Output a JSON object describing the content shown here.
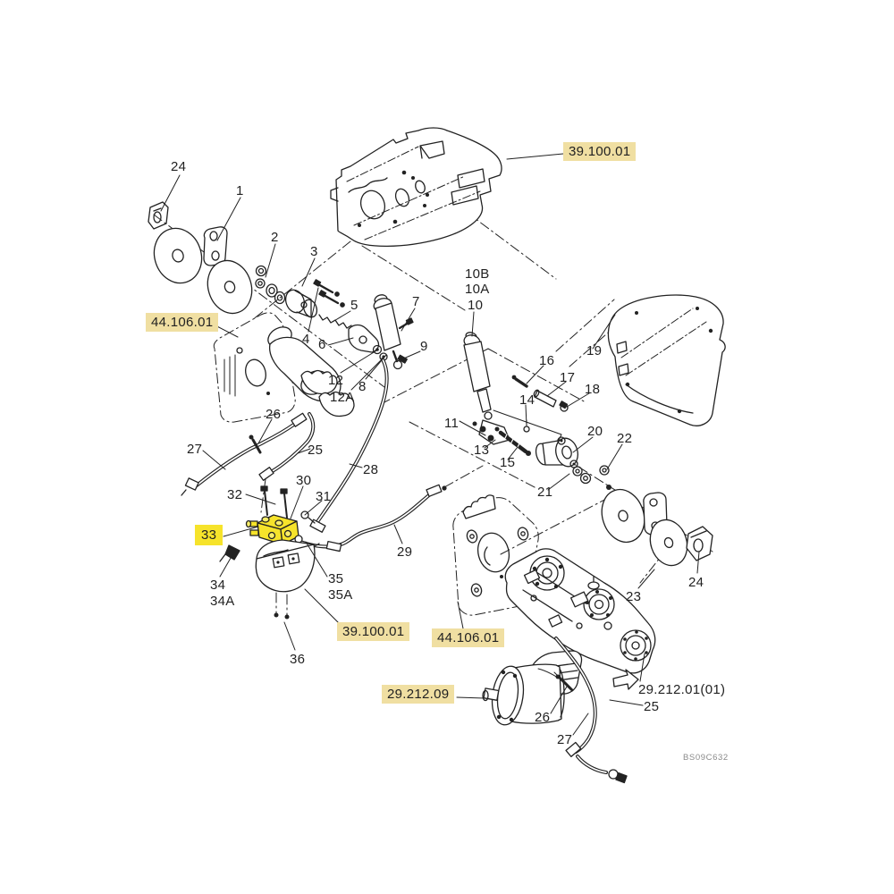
{
  "diagram": {
    "type": "exploded-parts-diagram",
    "drawing_code": "BS09C632",
    "colors": {
      "line": "#222222",
      "reference_highlight": "#f0dfa2",
      "selected_highlight": "#f6e32b",
      "selected_part_fill": "#f6e32b"
    },
    "selected_part": "33",
    "reference_sections": [
      "39.100.01",
      "44.106.01",
      "29.212.09"
    ],
    "labels": {
      "l24tl": "24",
      "l1": "1",
      "l2": "2",
      "l3": "3",
      "ref_44_top": "44.106.01",
      "l5": "5",
      "l6": "6",
      "l4": "4",
      "l7": "7",
      "l9": "9",
      "l8": "8",
      "l12": "12",
      "l12a": "12A",
      "ref_39_top": "39.100.01",
      "l10b": "10B",
      "l10a": "10A",
      "l10": "10",
      "l16": "16",
      "l17": "17",
      "l18": "18",
      "l19": "19",
      "l14": "14",
      "l11": "11",
      "l13": "13",
      "l15": "15",
      "l20": "20",
      "l22": "22",
      "l21": "21",
      "l26": "26",
      "l27": "27",
      "l25": "25",
      "l28": "28",
      "l32": "32",
      "l30": "30",
      "l31": "31",
      "sel_33": "33",
      "l29": "29",
      "l34": "34",
      "l34a": "34A",
      "l35": "35",
      "l35a": "35A",
      "l36": "36",
      "ref_39_bottom": "39.100.01",
      "ref_44_bottom": "44.106.01",
      "l23": "23",
      "l24r": "24",
      "l29212": "29.212.01(01)",
      "l25b": "25",
      "l26b": "26",
      "l27b": "27",
      "ref_29_212_09": "29.212.09",
      "code": "BS09C632"
    }
  }
}
